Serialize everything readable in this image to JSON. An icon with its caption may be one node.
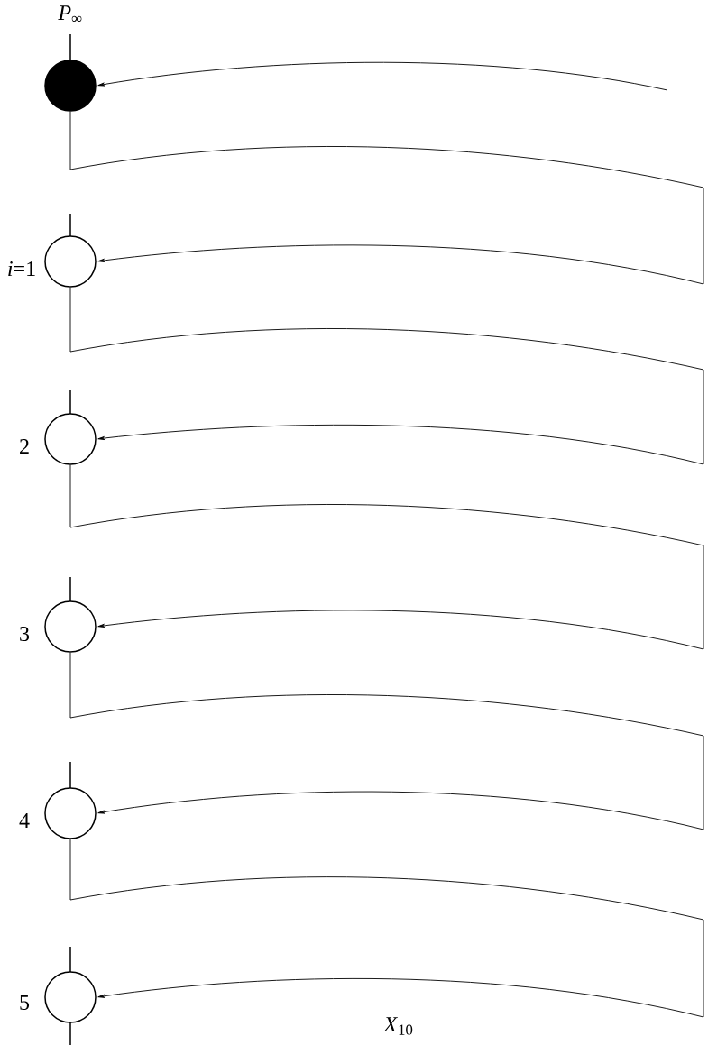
{
  "diagram": {
    "nodes": [
      {
        "text": [],
        "shape": "circle",
        "beside": [
          "*P*$_{∞}$"
        ]
      },
      {
        "text": [],
        "shape": "circle",
        "beside": [
          "*i*=1"
        ]
      },
      {
        "text": [],
        "shape": "circle",
        "beside": [
          "2"
        ]
      },
      {
        "text": [],
        "shape": "circle",
        "beside": [
          "3"
        ]
      },
      {
        "text": [],
        "shape": "circle",
        "beside": [
          "4"
        ]
      },
      {
        "text": [],
        "shape": "circle",
        "beside": [
          "5"
        ]
      }
    ],
    "edges": [
      {
        "from": null,
        "to": 0,
        "arrow": "to"
      },
      {
        "from": 0,
        "to": 1,
        "arrow": "to"
      },
      {
        "from": 1,
        "to": 2,
        "arrow": "to"
      },
      {
        "from": 2,
        "to": 3,
        "arrow": "to"
      },
      {
        "from": 3,
        "to": 4,
        "arrow": "to"
      },
      {
        "from": 4,
        "to": 5,
        "arrow": "to"
      }
    ],
    "labels": [
      "*X*$_{10}$"
    ]
  }
}
